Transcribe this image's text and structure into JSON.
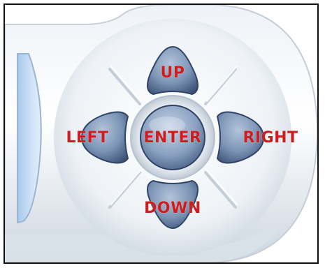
{
  "remote": {
    "colors": {
      "label": "#cc1e1e",
      "body_light": "#f4f7fb",
      "body_shadow": "#c8d2dd",
      "button_blue": "#7e97b8",
      "button_dark": "#3d5377",
      "screen_blue": "#bcd8f3"
    },
    "buttons": {
      "up": "UP",
      "down": "DOWN",
      "left": "LEFT",
      "right": "RIGHT",
      "enter": "ENTER"
    }
  }
}
